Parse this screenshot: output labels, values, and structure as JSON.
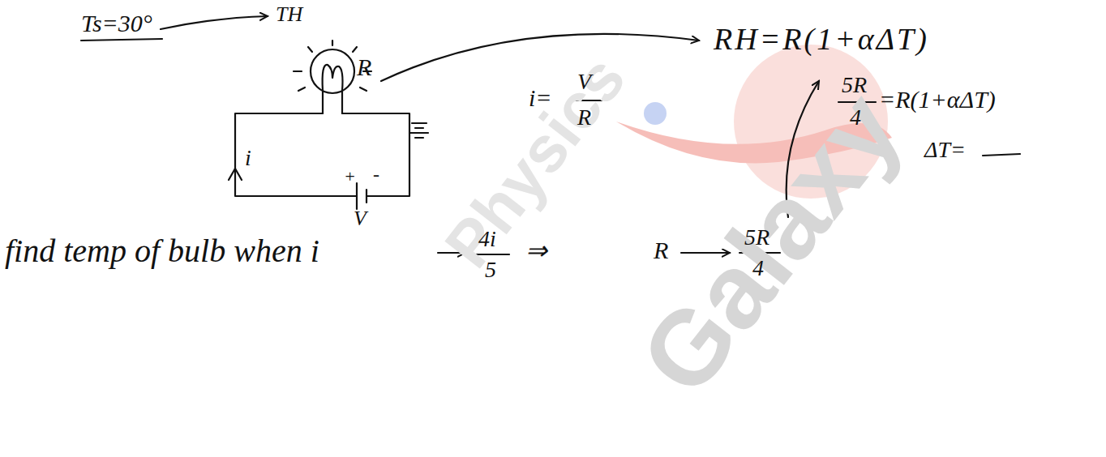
{
  "diagram": {
    "labels": [
      "Ts=30°",
      "TH",
      "R",
      "RH=R(1+αΔT)",
      "i=",
      "V",
      "R",
      "5R",
      "4",
      "=R(1+αΔT)",
      "ΔT=",
      "i",
      "+",
      "-",
      "V",
      "find temp of bulb when i",
      "4i",
      "5",
      "⇒",
      "R",
      "5R",
      "4",
      "Physics",
      "Galaxy"
    ]
  }
}
